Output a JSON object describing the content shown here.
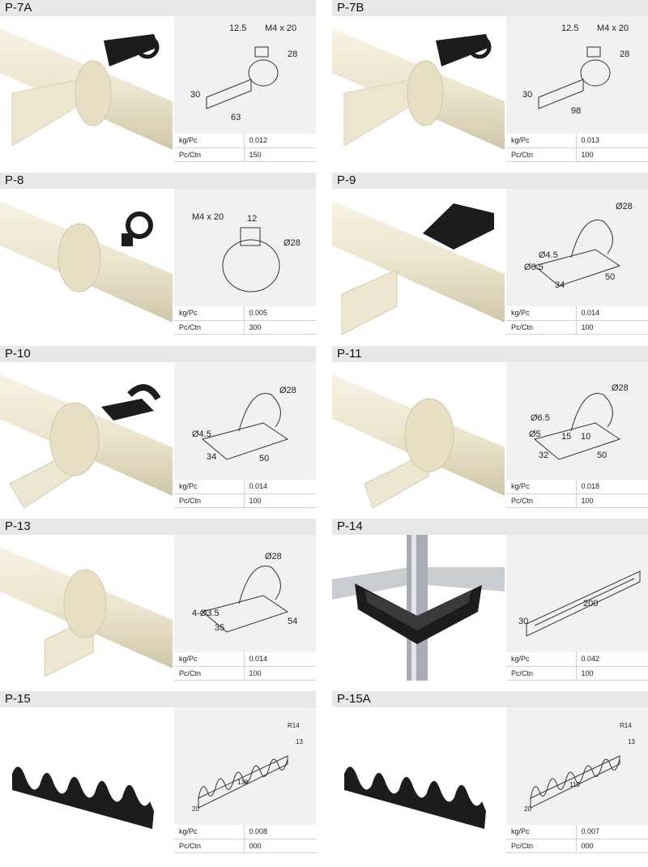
{
  "products": [
    {
      "code": "P-7A",
      "kg_label": "kg/Pc",
      "kg": "0.012",
      "ctn_label": "Pc/Ctn",
      "ctn": "150",
      "dims": [
        "12.5",
        "M4 x 20",
        "28",
        "30",
        "63"
      ]
    },
    {
      "code": "P-7B",
      "kg_label": "kg/Pc",
      "kg": "0.013",
      "ctn_label": "Pc/Ctn",
      "ctn": "100",
      "dims": [
        "12.5",
        "M4 x 20",
        "28",
        "30",
        "98"
      ]
    },
    {
      "code": "P-8",
      "kg_label": "kg/Pc",
      "kg": "0.005",
      "ctn_label": "Pc/Ctn",
      "ctn": "300",
      "dims": [
        "M4 x 20",
        "12",
        "Ø28"
      ]
    },
    {
      "code": "P-9",
      "kg_label": "kg/Pc",
      "kg": "0.014",
      "ctn_label": "Pc/Ctn",
      "ctn": "100",
      "dims": [
        "Ø28",
        "Ø4.5",
        "Ø6.5",
        "34",
        "50"
      ]
    },
    {
      "code": "P-10",
      "kg_label": "kg/Pc",
      "kg": "0.014",
      "ctn_label": "Pc/Ctn",
      "ctn": "100",
      "dims": [
        "Ø28",
        "Ø4.5",
        "34",
        "50"
      ]
    },
    {
      "code": "P-11",
      "kg_label": "kg/Pc",
      "kg": "0.018",
      "ctn_label": "Pc/Ctn",
      "ctn": "100",
      "dims": [
        "Ø28",
        "Ø6.5",
        "Ø5",
        "15",
        "10",
        "32",
        "50"
      ]
    },
    {
      "code": "P-13",
      "kg_label": "kg/Pc",
      "kg": "0.014",
      "ctn_label": "Pc/Ctn",
      "ctn": "100",
      "dims": [
        "Ø28",
        "4-Ø3.5",
        "35",
        "54"
      ]
    },
    {
      "code": "P-14",
      "kg_label": "kg/Pc",
      "kg": "0.042",
      "ctn_label": "Pc/Ctn",
      "ctn": "100",
      "dims": [
        "200",
        "30"
      ]
    },
    {
      "code": "P-15",
      "kg_label": "kg/Pc",
      "kg": "0.008",
      "ctn_label": "Pc/Ctn",
      "ctn": "000",
      "dims": [
        "R14",
        "13",
        "138",
        "20"
      ]
    },
    {
      "code": "P-15A",
      "kg_label": "kg/Pc",
      "kg": "0.007",
      "ctn_label": "Pc/Ctn",
      "ctn": "000",
      "dims": [
        "R14",
        "13",
        "110",
        "20"
      ]
    }
  ],
  "colors": {
    "pipe": "#ece6cf",
    "part": "#1c1c1c",
    "header": "#e8e8e8",
    "drawing_bg": "#f1f1f1"
  }
}
